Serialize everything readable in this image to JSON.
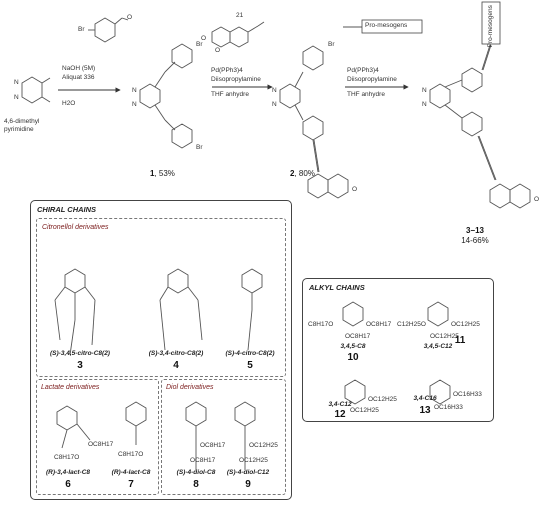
{
  "scheme": {
    "reagents_top_left": {
      "starting_material": "4,6-dimethyl\npyrimidine",
      "conditions": [
        "NaOH (5M)",
        "Aliquat 336",
        "H2O"
      ]
    },
    "step2": {
      "reagent_number": "21",
      "conditions": [
        "Pd(PPh3)4",
        "Diisopropylamine",
        "THF anhydre"
      ]
    },
    "step3": {
      "reagent_label": "Pro-mesogens",
      "conditions": [
        "Pd(PPh3)4",
        "Diisopropylamine",
        "THF anhydre"
      ]
    },
    "atoms": {
      "br": "Br",
      "n": "N",
      "o": "O"
    },
    "products": [
      {
        "number": "1",
        "yield": ", 53%"
      },
      {
        "number": "2",
        "yield": ", 80%"
      },
      {
        "number": "3−13",
        "yield": "14-66%"
      }
    ],
    "pro_mesogens_label": "Pro-mesogens"
  },
  "chiral_chains": {
    "title": "CHIRAL CHAINS",
    "citronellol": {
      "title": "Citronellol derivatives",
      "items": [
        {
          "label": "(S)-3,4,5-citro-C8(2)",
          "number": "3"
        },
        {
          "label": "(S)-3,4-citro-C8(2)",
          "number": "4"
        },
        {
          "label": "(S)-4-citro-C8(2)",
          "number": "5"
        }
      ]
    },
    "lactate": {
      "title": "Lactate derivatives",
      "items": [
        {
          "label": "(R)-3,4-lact-C8",
          "number": "6",
          "groups": [
            "OC8H17",
            "C8H17O"
          ]
        },
        {
          "label": "(R)-4-lact-C8",
          "number": "7",
          "groups": [
            "C8H17O"
          ]
        }
      ]
    },
    "diol": {
      "title": "Diol derivatives",
      "items": [
        {
          "label": "(S)-4-diol-C8",
          "number": "8",
          "groups": [
            "OC8H17",
            "OC8H17"
          ]
        },
        {
          "label": "(S)-4-diol-C12",
          "number": "9",
          "groups": [
            "OC12H25",
            "OC12H25"
          ]
        }
      ]
    }
  },
  "alkyl_chains": {
    "title": "ALKYL CHAINS",
    "items": [
      {
        "label": "3,4,5-C8",
        "number": "10",
        "groups": [
          "C8H17O",
          "OC8H17",
          "OC8H17"
        ]
      },
      {
        "label": "3,4,5-C12",
        "number": "11",
        "groups": [
          "C12H25O",
          "OC12H25",
          "OC12H25"
        ]
      },
      {
        "label": "3,4-C12",
        "number": "12",
        "groups": [
          "OC12H25",
          "OC12H25"
        ]
      },
      {
        "label": "3,4-C16",
        "number": "13",
        "groups": [
          "OC16H33",
          "OC16H33"
        ]
      }
    ]
  }
}
